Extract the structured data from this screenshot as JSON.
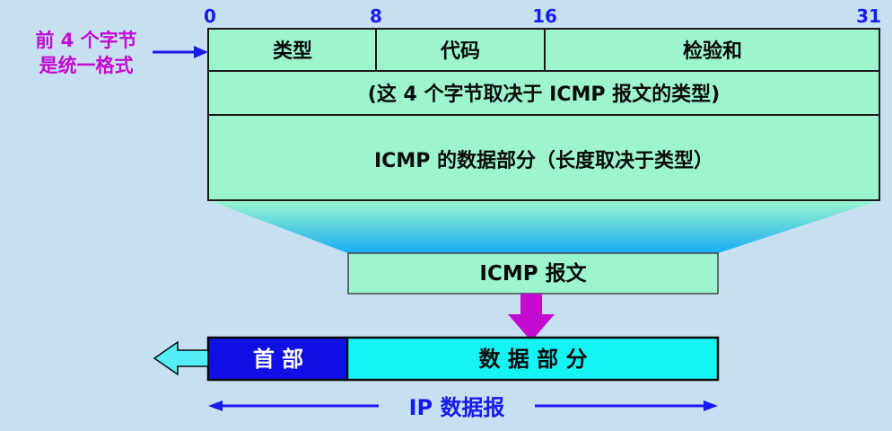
{
  "bit_ruler": {
    "b0": "0",
    "b8": "8",
    "b16": "16",
    "b31": "31"
  },
  "side_note": {
    "line1": "前 4 个字节",
    "line2": "是统一格式"
  },
  "icmp_header": {
    "type": "类型",
    "code": "代码",
    "checksum": "检验和",
    "rest_of_header": "(这 4 个字节取决于 ICMP 报文的类型)",
    "data_part": "ICMP 的数据部分（长度取决于类型）"
  },
  "icmp_message_label": "ICMP 报文",
  "ip_datagram": {
    "header": "首 部",
    "data": "数 据 部 分",
    "label": "IP 数据报"
  },
  "colors": {
    "background": "#c6e0f2",
    "mint": "#9cf5cc",
    "header_blue": "#1010e6",
    "data_cyan": "#16f3f5",
    "magenta": "#c40ad0",
    "arrow_blue": "#1a1af0",
    "text_dark": "#0b0b0b"
  }
}
